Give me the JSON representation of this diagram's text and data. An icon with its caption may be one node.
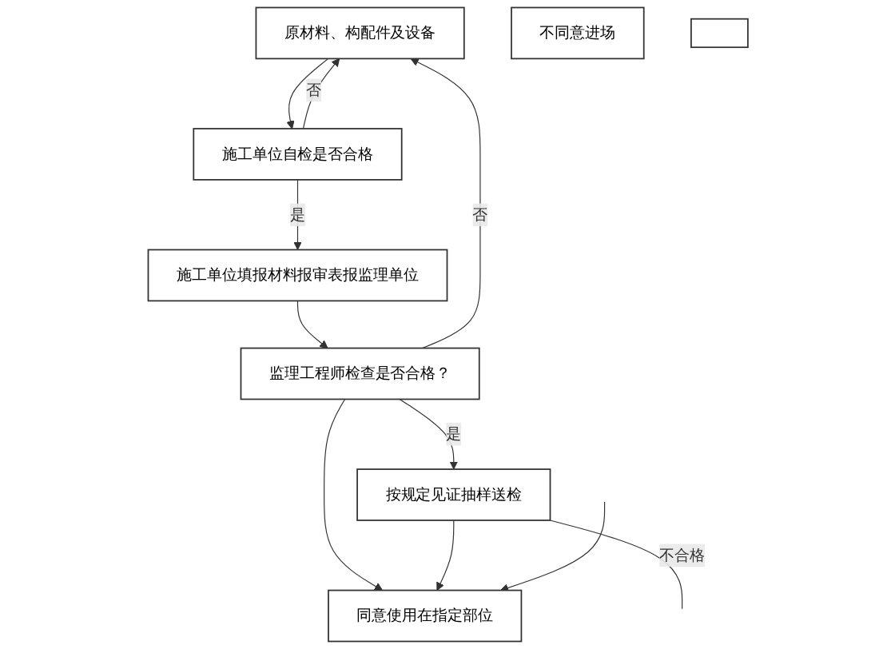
{
  "diagram": {
    "nodes": [
      {
        "text": [
          "原材料、构配件及设备"
        ]
      },
      {
        "text": [
          "施工单位自检是否合格"
        ]
      },
      {
        "text": [
          "施工单位填报材料报审表报监理单位"
        ]
      },
      {
        "text": [
          "监理工程师检查是否合格？"
        ]
      },
      {
        "text": [
          "不同意进场"
        ]
      },
      {
        "text": [
          "按规定见证抽样送检"
        ]
      },
      {
        "text": [
          "同意使用在指定部位"
        ]
      },
      {
        "text": [],
        "shape": "box"
      }
    ],
    "edges": [
      {
        "from": 0,
        "to": 1,
        "arrow": "to"
      },
      {
        "from": 1,
        "to": 2,
        "label": "是",
        "arrow": "to"
      },
      {
        "from": 1,
        "to": 0,
        "label": "否",
        "arrow": "to"
      },
      {
        "from": 2,
        "to": 3,
        "arrow": "to"
      },
      {
        "from": 3,
        "to": 0,
        "label": "否",
        "arrow": "to"
      },
      {
        "from": 3,
        "to": 5,
        "label": "是",
        "arrow": "to"
      },
      {
        "from": 3,
        "to": 6,
        "arrow": "to"
      },
      {
        "from": 5,
        "to": 6,
        "arrow": "to"
      },
      {
        "from": 5,
        "to": null,
        "label": "不合格",
        "arrow": "none"
      },
      {
        "from": null,
        "to": 6,
        "arrow": "to"
      }
    ]
  }
}
